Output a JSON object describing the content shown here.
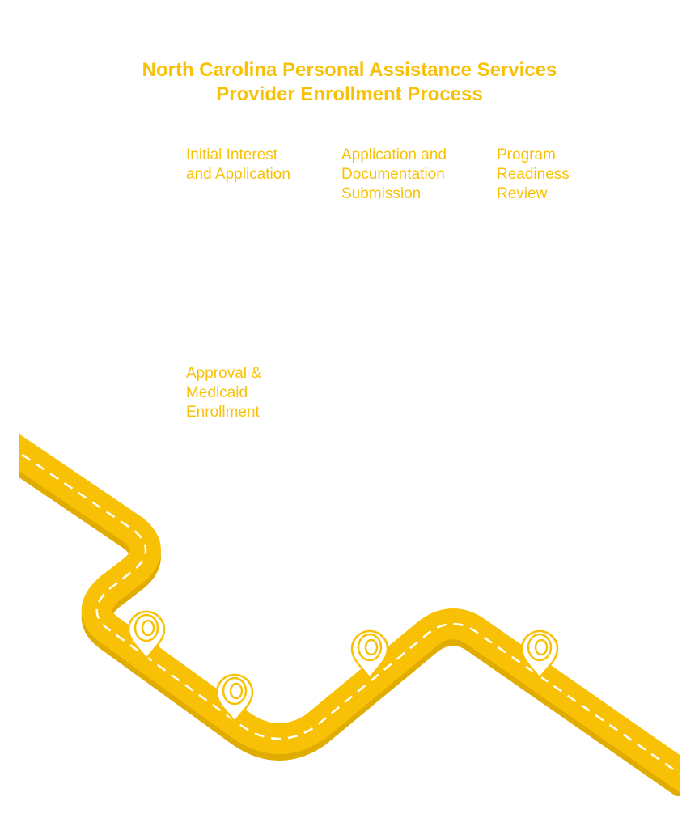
{
  "title": {
    "line1": "North Carolina Personal Assistance Services",
    "line2": "Provider Enrollment Process"
  },
  "steps": [
    {
      "lines": [
        "Initial Interest",
        "and Application"
      ]
    },
    {
      "lines": [
        "Application and",
        "Documentation",
        "Submission"
      ]
    },
    {
      "lines": [
        "Program",
        "Readiness",
        "Review"
      ]
    },
    {
      "lines": [
        "Approval &",
        "Medicaid",
        "Enrollment"
      ]
    }
  ],
  "colors": {
    "accent": "#F9C106",
    "road_shadow": "#E0AC00",
    "road_marking": "#FFFFFF",
    "background": "#FFFFFF"
  },
  "icons": {
    "marker": "map-pin-icon"
  }
}
